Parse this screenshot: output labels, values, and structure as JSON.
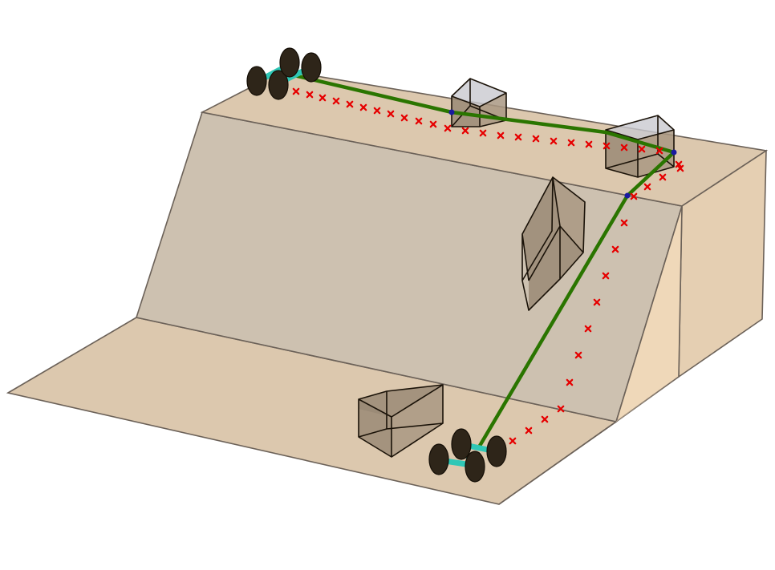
{
  "scene": {
    "description_visible_text": "",
    "colors": {
      "terrain_top": "#dcc8ae",
      "terrain_slope": "#cdc1b0",
      "terrain_side": "#e5cfb2",
      "terrain_edge": "#6b6158",
      "planned_path": "#2a7500",
      "waypoint": "#1a1aa0",
      "trace_marker": "#e60000",
      "rover_axle": "#2fc7b6",
      "rover_wheel": "#2e2519",
      "obstacle_face": "#9a8a76"
    },
    "objects": {
      "rover_start": "rover-top-left",
      "rover_end": "rover-bottom",
      "obstacles": [
        "obstacle-box-top-middle",
        "obstacle-box-top-right",
        "obstacle-box-slope",
        "obstacle-box-bottom"
      ],
      "path_style": "solid green polyline with blue waypoints",
      "trace_style": "red x markers"
    }
  }
}
